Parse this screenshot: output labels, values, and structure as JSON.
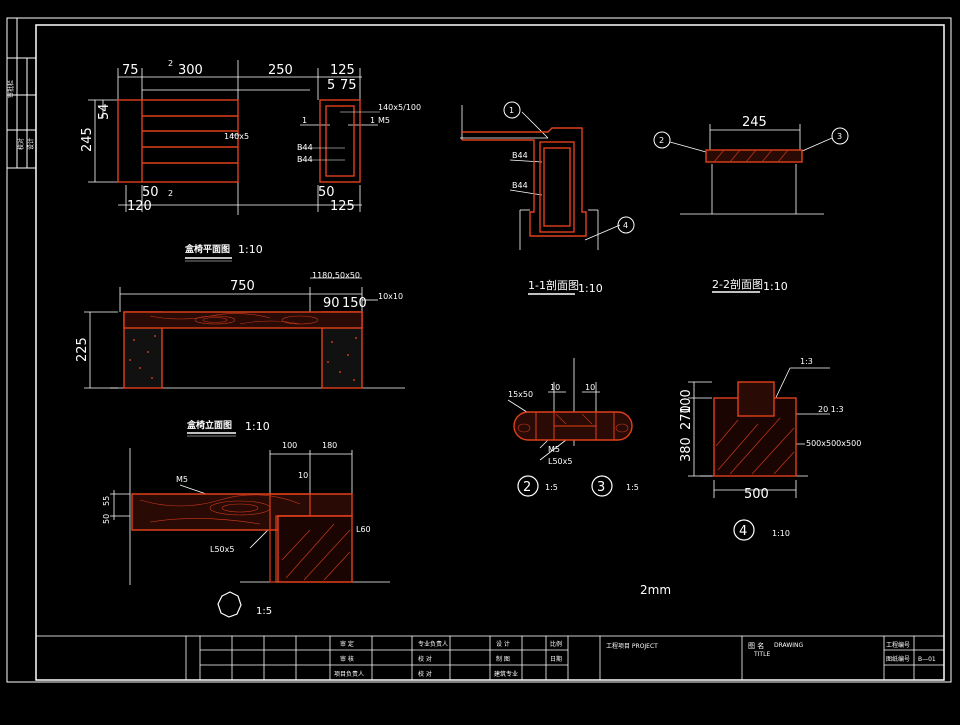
{
  "colors": {
    "background": "#000000",
    "line": "#ffffff",
    "section": "#e0401c",
    "hatch": "#c8381a"
  },
  "plan": {
    "dims_top": [
      "75",
      "2",
      "300",
      "250",
      "125"
    ],
    "dims_top_inner": [
      "5",
      "75"
    ],
    "dim_left": "245",
    "dim_left_small": "54",
    "dims_bottom": [
      "50",
      "2",
      "120",
      "50",
      "125"
    ],
    "cut_marks": [
      "1",
      "1"
    ],
    "annotations": [
      "140x5/100",
      "M5",
      "140x5",
      "B44",
      "B44"
    ],
    "title": "盒椅平面图",
    "scale": "1:10"
  },
  "elevation": {
    "dim_length": "750",
    "dim_height": "225",
    "dims_right": [
      "90",
      "150"
    ],
    "annotations": [
      "1180,50x50",
      "10x10"
    ],
    "title": "盒椅立面图",
    "scale": "1:10"
  },
  "section11": {
    "markers": [
      "1",
      "4"
    ],
    "annotations": [
      "B44",
      "B44"
    ],
    "title": "1-1剖面图",
    "scale": "1:10"
  },
  "section22": {
    "dim": "245",
    "markers": [
      "2",
      "3"
    ],
    "title": "2-2剖面图",
    "scale": "1:10"
  },
  "detail5": {
    "dims": [
      "100",
      "180",
      "10"
    ],
    "annotations": [
      "M5",
      "L50x5",
      "L60"
    ],
    "dims_left": [
      "50",
      "55"
    ],
    "scale": "1:5"
  },
  "details23": {
    "dims": [
      "10",
      "10"
    ],
    "annotations": [
      "15x50",
      "M5",
      "L50x5"
    ],
    "markers": [
      "2",
      "3"
    ],
    "scales": [
      "1:5",
      "1:5"
    ]
  },
  "detail4": {
    "dims_left": [
      "380",
      "270",
      "100"
    ],
    "dim_bottom": "500",
    "annotations": [
      "1:3",
      "20 1:3",
      "500x500x500"
    ],
    "marker": "4",
    "scale": "1:10"
  },
  "note": "2mm",
  "side_strip": [
    "审批栏",
    "校对",
    "设计"
  ],
  "title_block": {
    "rows": [
      [
        "审 定",
        "专业负责人",
        "设 计",
        "比例"
      ],
      [
        "审 核",
        "校 对",
        "制 图",
        "日期"
      ],
      [
        "项目负责人",
        "校 对",
        "建筑专业"
      ]
    ],
    "project_label": "工程项目 PROJECT",
    "drawing_label": "图 名",
    "drawing_en": "DRAWING",
    "drawing_sub": "TITLE",
    "number_labels": [
      "工程编号",
      "图纸编号"
    ],
    "sheet_no": "B—01"
  }
}
